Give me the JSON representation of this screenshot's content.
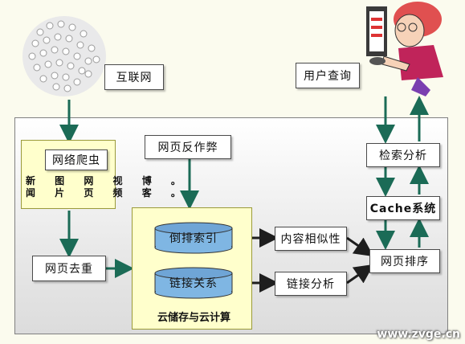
{
  "nodes": {
    "internet": "互联网",
    "user_query": "用户查询",
    "crawler": "网络爬虫",
    "crawler_items": "新 图 网 视 博 。\n闻 片 页 频 客 。",
    "anti_cheat": "网页反作弊",
    "dedup": "网页去重",
    "inverted_index": "倒排索引",
    "link_relation": "链接关系",
    "cloud_storage": "云储存与云计算",
    "content_similarity": "内容相似性",
    "link_analysis": "链接分析",
    "search_analysis": "检索分析",
    "cache": "Cache系统",
    "page_rank": "网页排序"
  },
  "watermark": "www.zvge.cn",
  "colors": {
    "arrow_green": "#1b6b56",
    "arrow_dark": "#1e1e1e",
    "storage_bg": "#ffffcc",
    "cylinder_top": "#6fa5d6",
    "cylinder_body": "#7fb6e3"
  }
}
